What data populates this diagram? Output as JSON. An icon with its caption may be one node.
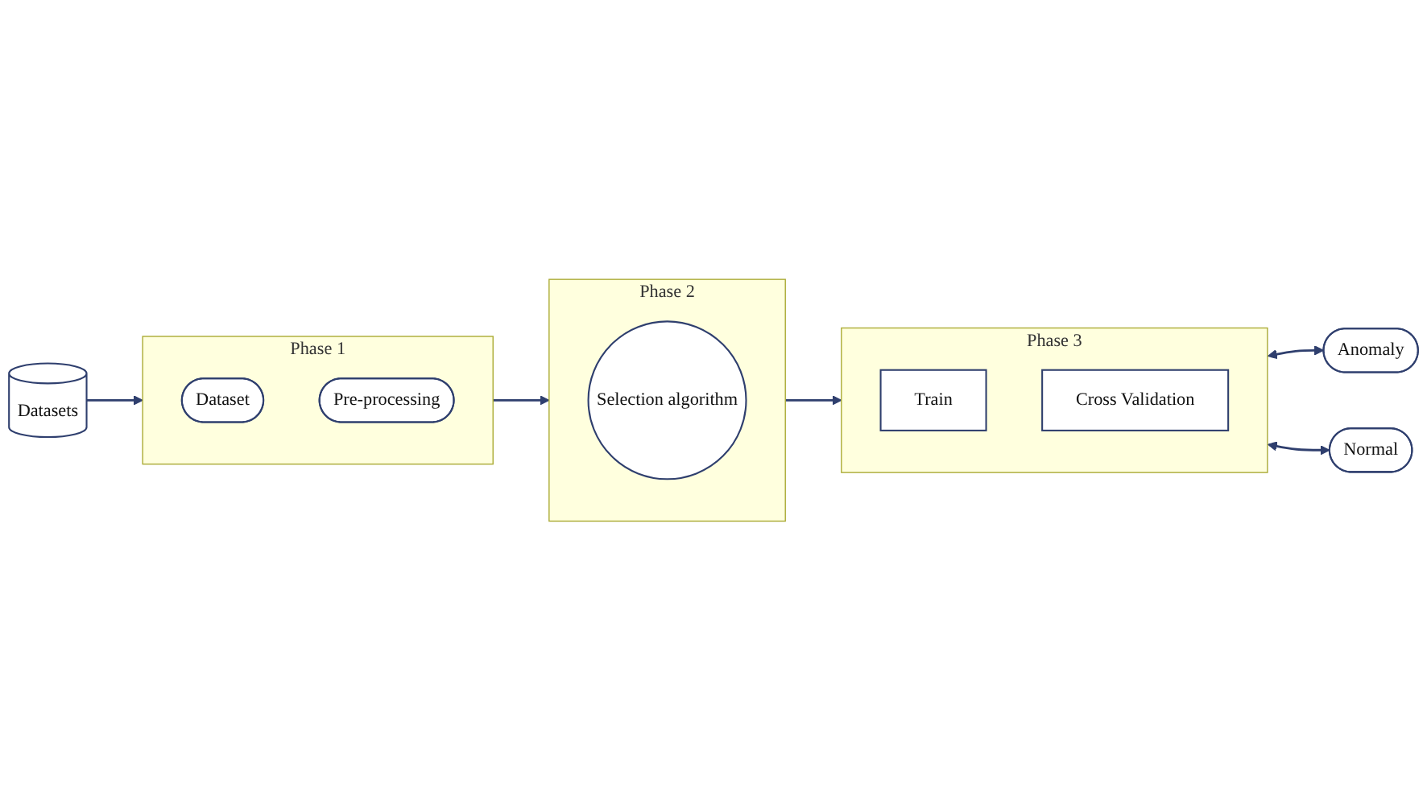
{
  "diagram": {
    "nodes": [
      {
        "text": [
          "Datasets"
        ]
      },
      {
        "text": [
          "Phase 1"
        ]
      },
      {
        "text": [
          "Dataset"
        ],
        "in": 1
      },
      {
        "text": [
          "Pre-processing"
        ],
        "in": 1
      },
      {
        "text": [
          "Phase 2"
        ]
      },
      {
        "text": [
          "Selection algorithm"
        ],
        "in": 4
      },
      {
        "text": [
          "Phase 3"
        ]
      },
      {
        "text": [
          "Train"
        ],
        "in": 6
      },
      {
        "text": [
          "Cross Validation"
        ],
        "in": 6
      },
      {
        "text": [
          "Anomaly"
        ]
      },
      {
        "text": [
          "Normal"
        ]
      }
    ],
    "edges": [
      {
        "from": 0,
        "to": 1,
        "arrow": "to"
      },
      {
        "from": 1,
        "to": 4,
        "arrow": "to"
      },
      {
        "from": 4,
        "to": 6,
        "arrow": "to"
      },
      {
        "from": 6,
        "to": 9,
        "arrow": "both"
      },
      {
        "from": 6,
        "to": 10,
        "arrow": "both"
      }
    ]
  }
}
